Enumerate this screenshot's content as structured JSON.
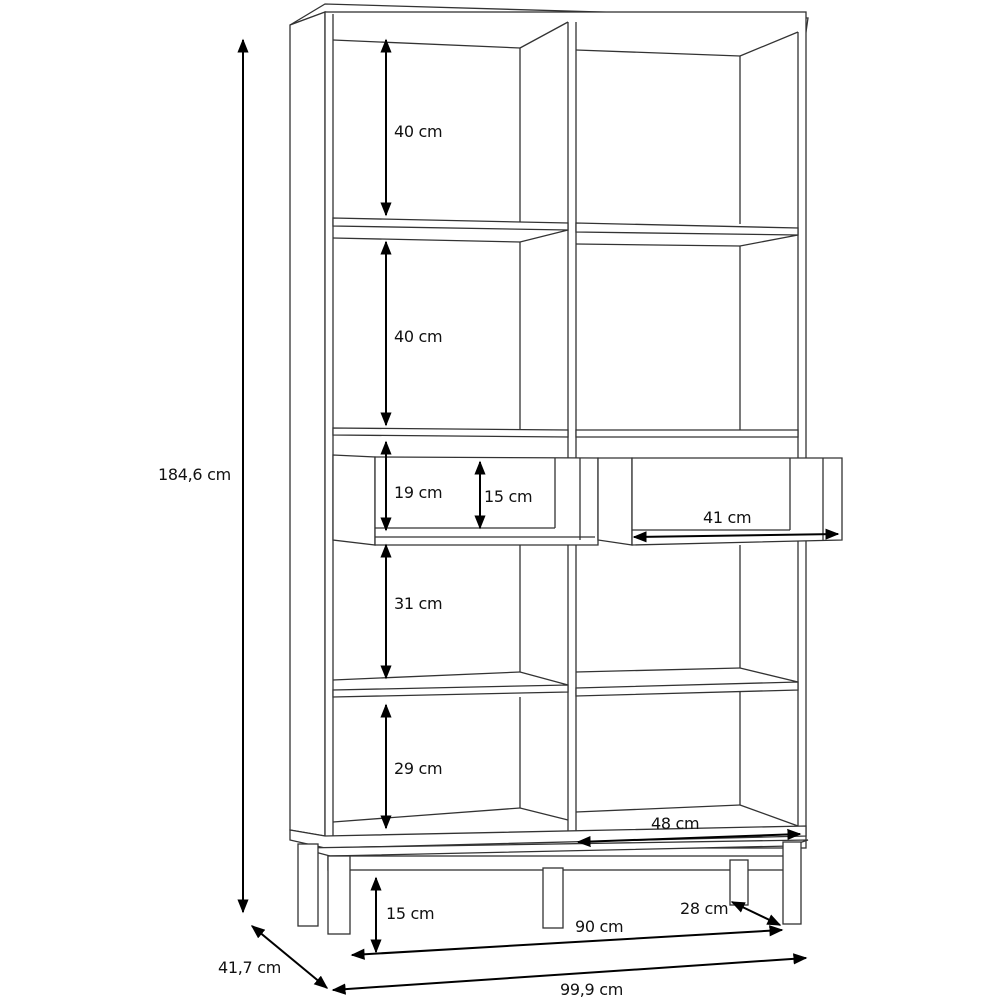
{
  "diagram": {
    "subject": "Two-column open bookcase with two drawers on legs",
    "colors": {
      "line": "#333333",
      "arrow": "#000000",
      "background": "#ffffff"
    },
    "dimensions": {
      "total_height": "184,6 cm",
      "depth": "41,7 cm",
      "total_width": "99,9 cm",
      "top_compartment_height": "40 cm",
      "second_compartment_height": "40 cm",
      "drawer_compartment_height": "19 cm",
      "drawer_inner_height": "15 cm",
      "drawer_inner_width": "41 cm",
      "fourth_compartment_height": "31 cm",
      "bottom_compartment_height": "29 cm",
      "compartment_inner_width": "48 cm",
      "leg_height": "15 cm",
      "leg_span_width": "90 cm",
      "leg_span_depth": "28 cm"
    }
  }
}
